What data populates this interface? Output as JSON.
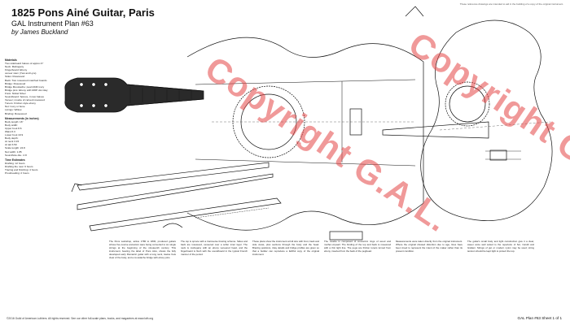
{
  "header": {
    "title": "1825 Pons Ainé Guitar, Paris",
    "subtitle": "GAL Instrument Plan #63",
    "byline": "by James Buckland"
  },
  "notice": "These reference drawings are intended to aid in the building of a copy of the original instrument.",
  "materials": {
    "heading": "Materials",
    "items": [
      "Two sideboard halves of approx 6\"",
      "Neck: Mahogany",
      "Fingerboard: Ebony",
      "   veneer stem (Yew and Lyre)",
      "Sides: Rosewood",
      "Back: Two rosewood matched boards",
      "Bridge: Rosewood",
      "Bridge Moustache: pearl AND ivory",
      "Bridge pins: Ebony with MOP dot inlay",
      "Frets: Nickel Silver",
      "Soundboard: Spruce, in two halves",
      "   Veneer; rosette of carved rosewood",
      "Tuners: Friction style ebony",
      "Nut: Ivory or bone",
      "Linings: Willow",
      "Binding: Rosewood"
    ],
    "dim_heading": "Measurements (in inches)",
    "dims": [
      "Body length: 16\"",
      "Body width:",
      "   Upper bout 8.6",
      "   Waist 6.3",
      "   Lower bout 10.9",
      "Body depth:",
      "   At neck 3.15",
      "   At tail 3.50",
      "Scale length: 24.8",
      "Nut width: 1.85",
      "Soundhole dia.: 2.8"
    ],
    "time_heading": "Time Estimates",
    "time": [
      "Drafting: 12 hours",
      "Drafting the new: 6 hours",
      "Tracing and finishing: 4 hours",
      "Proofreading: 2 hours"
    ]
  },
  "columns": [
    "The Pons workshop, active 1780 to 1830, produced guitars whose five-course ancestors were being converted to six single strings at the beginning of the nineteenth century. This instrument, bearing the label of Pons Ainé, shows the fully developed early Romantic guitar with a long neck, twelve frets clear of the body, and a moustache bridge with ebony pins.",
    "The top is spruce with a transverse bracing scheme. Sides and back are rosewood, veneered over a softer inner layer. The neck is mahogany with an ebony veneered head, and the fingerboard is flush with the soundboard in the typical French manner of the period.",
    "These plans show the instrument at full size with front, back and side views, plus sections through the body and the head. Bracing positions, inlay details and bridge profiles are given so that a builder can reproduce a faithful copy of the original instrument.",
    "The rosette is composed of concentric rings of wood and mother-of-pearl. The binding of the top and back is rosewood with a thin light line. The pegs are friction tuners turned from ebony, inserted from the back of the peghead.",
    "Measurements were taken directly from the original instrument. Where the original showed distortion due to age, lines have been trued to represent the intent of the maker rather than its present condition.",
    "The guitar's small body and light construction give it a clear, sweet voice well suited to the repertoire of Sor, Carulli and Giuliani. Strings of gut or modern nylon may be used; string tension should be kept light to protect the top."
  ],
  "watermark": {
    "text_a": "Copyright G.A.L.",
    "text_b": "Copyright G.A.L.",
    "color": "#e04646"
  },
  "footer": {
    "left": "©2016 Guild of American Luthiers. All rights reserved.  See our other full-scale plans, books, and magazines at www.luth.org",
    "right": "GAL Plan #63  Sheet 1 of 1"
  },
  "colors": {
    "line": "#111111",
    "fill_head": "#2a2a2a",
    "accent": "#e04646"
  }
}
